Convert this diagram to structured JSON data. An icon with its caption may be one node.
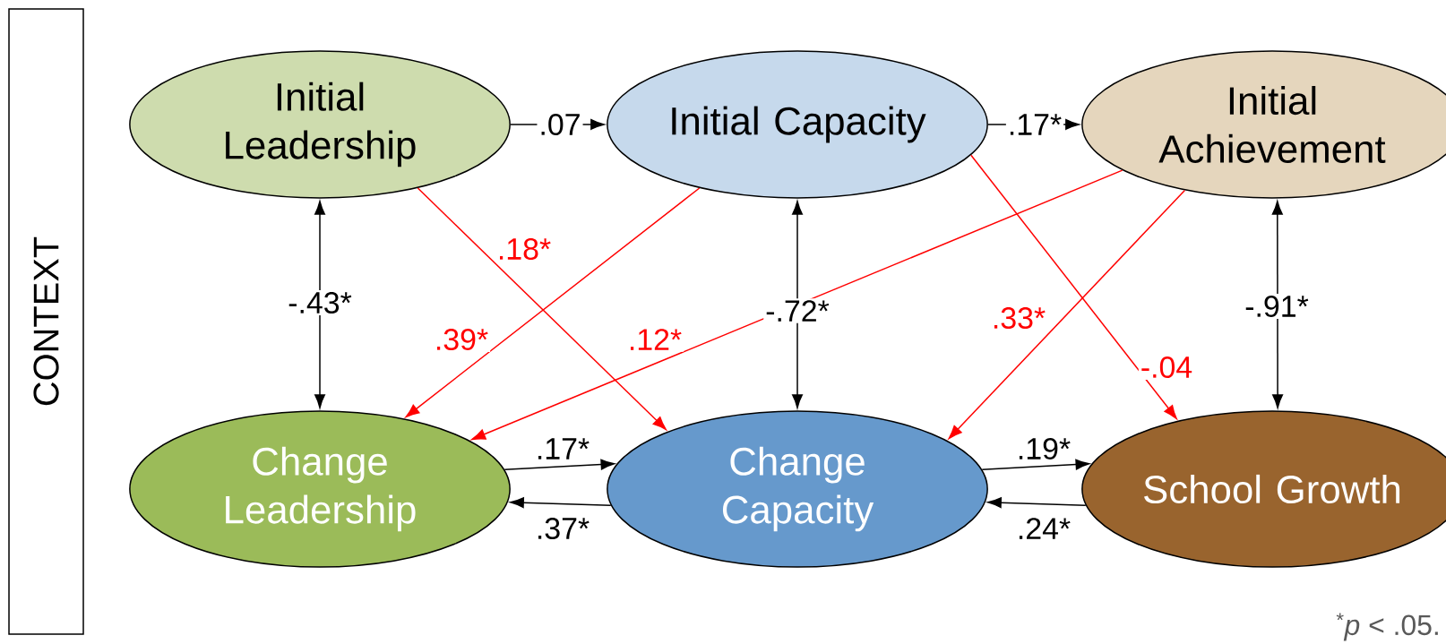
{
  "diagram": {
    "nodes": [
      {
        "text": [
          "Initial Leadership"
        ]
      },
      {
        "text": [
          "Initial Capacity"
        ]
      },
      {
        "text": [
          "Initial Achievement"
        ]
      },
      {
        "text": [
          "Change Leadership"
        ]
      },
      {
        "text": [
          "Change Capacity"
        ]
      },
      {
        "text": [
          "School Growth"
        ]
      },
      {
        "text": [
          "CONTEXT"
        ]
      }
    ],
    "edges": [
      {
        "from": 0,
        "to": 1,
        "arrow": "to",
        "label": ".07"
      },
      {
        "from": 1,
        "to": 2,
        "arrow": "to",
        "label": ".17*"
      },
      {
        "from": 0,
        "to": 3,
        "arrow": "both",
        "label": "-.43*"
      },
      {
        "from": 1,
        "to": 4,
        "arrow": "both",
        "label": "-.72*"
      },
      {
        "from": 2,
        "to": 5,
        "arrow": "both",
        "label": "-.91*"
      },
      {
        "from": 0,
        "to": 4,
        "arrow": "to",
        "label": ".18*",
        "color": "#ff0000"
      },
      {
        "from": 1,
        "to": 3,
        "arrow": "to",
        "label": ".39*",
        "color": "#ff0000"
      },
      {
        "from": 2,
        "to": 3,
        "arrow": "to",
        "label": ".12*",
        "color": "#ff0000"
      },
      {
        "from": 1,
        "to": 5,
        "arrow": "to",
        "label": "-.04",
        "color": "#ff0000"
      },
      {
        "from": 2,
        "to": 4,
        "arrow": "to",
        "label": ".33*",
        "color": "#ff0000"
      },
      {
        "from": 3,
        "to": 4,
        "arrow": "to",
        "label": ".17*"
      },
      {
        "from": 4,
        "to": 3,
        "arrow": "to",
        "label": ".37*"
      },
      {
        "from": 4,
        "to": 5,
        "arrow": "to",
        "label": ".19*"
      },
      {
        "from": 5,
        "to": 4,
        "arrow": "to",
        "label": ".24*"
      }
    ],
    "labels": [
      "$^{*}$*p* < .05."
    ]
  }
}
